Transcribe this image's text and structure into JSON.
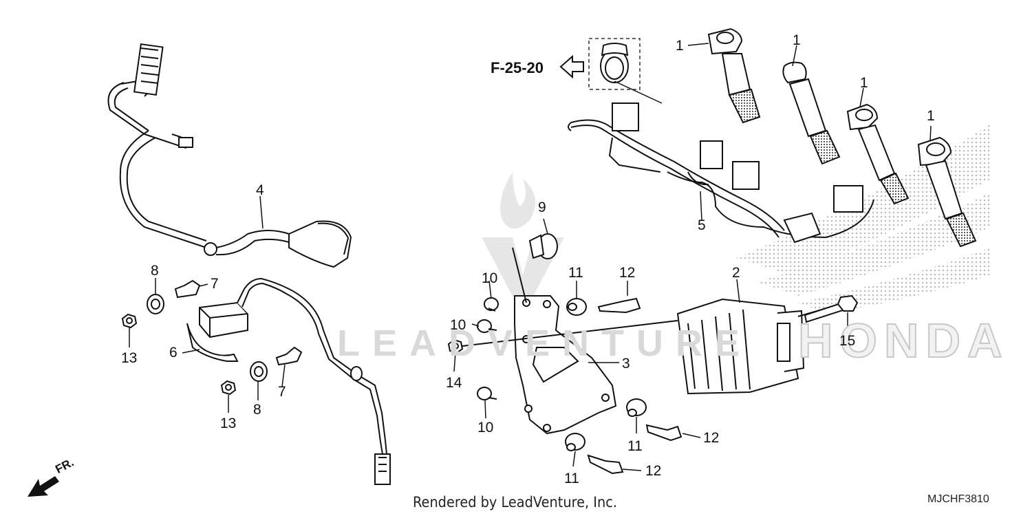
{
  "diagram": {
    "reference": "F-25-20",
    "credit": "Rendered by LeadVenture, Inc.",
    "code": "MJCHF3810",
    "direction": "FR.",
    "watermark": "LEADVENTURE",
    "brand_mark": "HONDA",
    "callouts": {
      "c1a": "1",
      "c1b": "1",
      "c1c": "1",
      "c1d": "1",
      "c2": "2",
      "c3": "3",
      "c4": "4",
      "c5": "5",
      "c6": "6",
      "c7a": "7",
      "c7b": "7",
      "c8a": "8",
      "c8b": "8",
      "c9": "9",
      "c10a": "10",
      "c10b": "10",
      "c10c": "10",
      "c11a": "11",
      "c11b": "11",
      "c11c": "11",
      "c12a": "12",
      "c12b": "12",
      "c12c": "12",
      "c13a": "13",
      "c13b": "13",
      "c14": "14",
      "c15": "15"
    }
  }
}
